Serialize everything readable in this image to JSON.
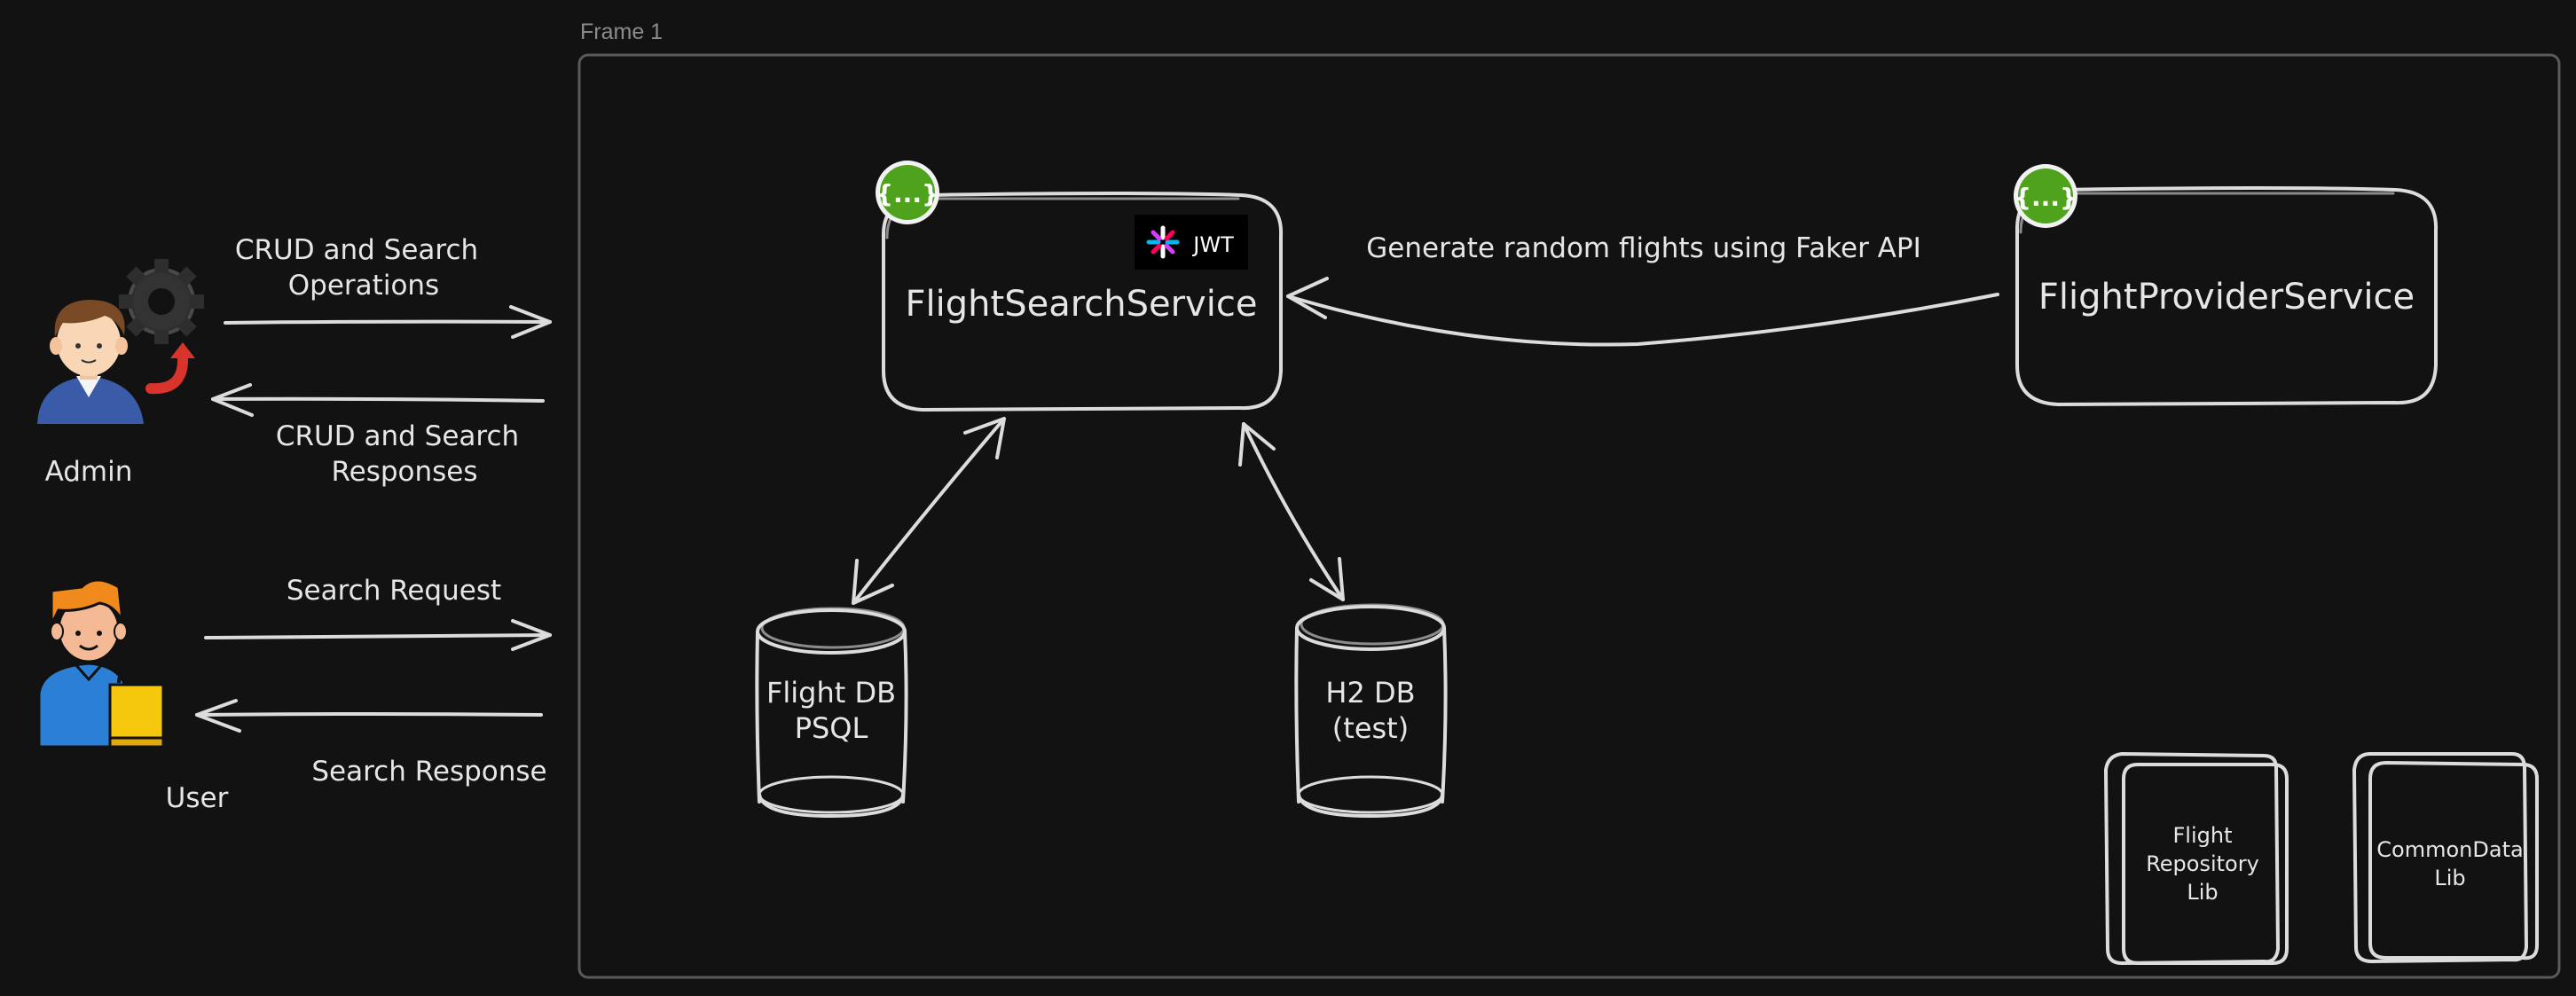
{
  "frame": {
    "label": "Frame 1"
  },
  "actors": {
    "admin": {
      "label": "Admin"
    },
    "user": {
      "label": "User"
    }
  },
  "flows": {
    "admin_request": [
      "CRUD and Search",
      "Operations"
    ],
    "admin_response": [
      "CRUD and Search",
      "Responses"
    ],
    "user_request": "Search Request",
    "user_response": "Search Response"
  },
  "services": {
    "search": {
      "name": "FlightSearchService",
      "badge": "{...}",
      "jwt_label": "JWT"
    },
    "provider": {
      "name": "FlightProviderService",
      "badge": "{...}"
    }
  },
  "edge_label": "Generate random flights using Faker API",
  "databases": {
    "main": [
      "Flight DB",
      "PSQL"
    ],
    "test": [
      "H2 DB",
      "(test)"
    ]
  },
  "libraries": {
    "repo": [
      "Flight",
      "Repository",
      "Lib"
    ],
    "common": [
      "CommonData",
      "Lib"
    ]
  },
  "colors": {
    "background": "#121212",
    "stroke": "#dcdcdc",
    "badge_green": "#4ea21c",
    "admin_shirt": "#3a5ba8",
    "user_shirt": "#2b7fd4",
    "user_hair": "#f08a1c",
    "bag_yellow": "#f6c80d",
    "gear": "#333333",
    "red_arrow": "#d9342b"
  }
}
